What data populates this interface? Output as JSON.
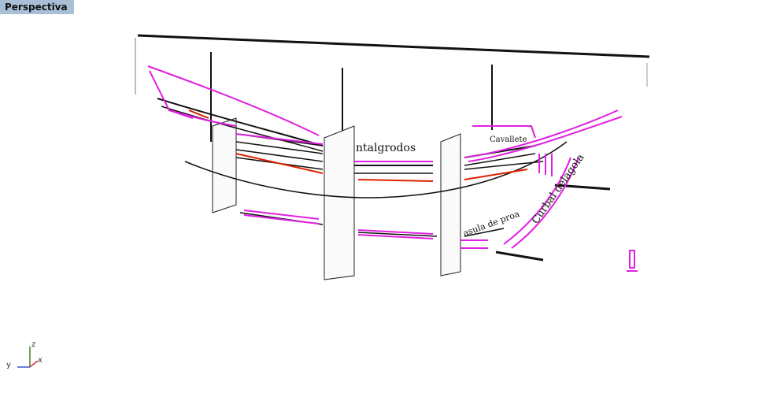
{
  "viewport": {
    "title": "Perspectiva"
  },
  "scan_labels": {
    "label_a": "ntalgrodos",
    "label_b": "Cavallete",
    "label_c": "Curbal delagola",
    "label_d": "asula de proa"
  },
  "axes": {
    "z": "z",
    "y": "y",
    "x": "x"
  },
  "colors": {
    "viewport_tab": "#a9bfd6",
    "curve_magenta": "#e020e0",
    "curve_red": "#dd2200",
    "scan_ink": "#111111",
    "axis_green": "#4a7a2a"
  }
}
